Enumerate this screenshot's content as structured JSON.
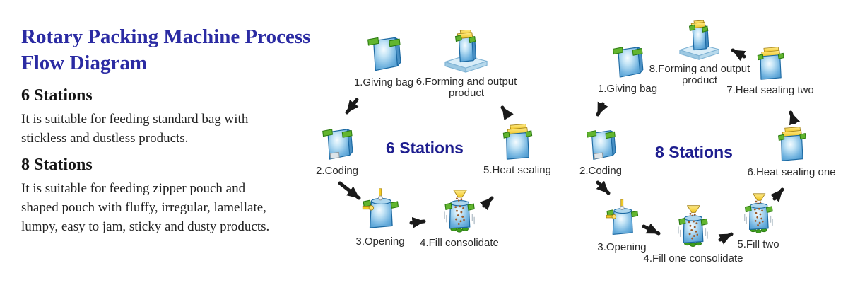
{
  "header": {
    "title_line1": "Rotary Packing Machine Process",
    "title_line2": "Flow Diagram"
  },
  "intro": {
    "six": {
      "heading": "6 Stations",
      "description": "It is suitable for feeding standard bag with stickless and dustless products."
    },
    "eight": {
      "heading": "8 Stations",
      "description": "It is suitable for feeding zipper pouch and shaped pouch with fluffy, irregular, lamellate, lumpy, easy to jam, sticky and dusty products."
    }
  },
  "diagram6": {
    "center_label": "6 Stations",
    "steps": [
      {
        "label": "1.Giving bag",
        "icon": "giving-bag-icon"
      },
      {
        "label": "2.Coding",
        "icon": "coding-bag-icon"
      },
      {
        "label": "3.Opening",
        "icon": "opening-bag-icon"
      },
      {
        "label": "4.Fill consolidate",
        "icon": "filling-bag-icon"
      },
      {
        "label": "5.Heat sealing",
        "icon": "heat-sealing-bag-icon"
      },
      {
        "label": "6.Forming and output product",
        "icon": "forming-output-icon"
      }
    ]
  },
  "diagram8": {
    "center_label": "8 Stations",
    "steps": [
      {
        "label": "1.Giving bag",
        "icon": "giving-bag-icon"
      },
      {
        "label": "2.Coding",
        "icon": "coding-bag-icon"
      },
      {
        "label": "3.Opening",
        "icon": "opening-bag-icon"
      },
      {
        "label": "4.Fill one consolidate",
        "icon": "filling-bag-icon"
      },
      {
        "label": "5.Fill two",
        "icon": "filling-bag-icon"
      },
      {
        "label": "6.Heat sealing one",
        "icon": "heat-sealing-bag-icon"
      },
      {
        "label": "7.Heat sealing two",
        "icon": "heat-sealing-bag-icon"
      },
      {
        "label": "8.Forming and output product",
        "icon": "forming-output-icon"
      }
    ]
  },
  "colors": {
    "title_blue": "#2b2ba3",
    "station_label_navy": "#1e1e8f",
    "bag_blue": "#5aa7dd",
    "clip_green": "#62b52f",
    "seal_yellow": "#f2c829",
    "arrow_black": "#1a1a1a",
    "label_text": "#2b2b2b"
  }
}
